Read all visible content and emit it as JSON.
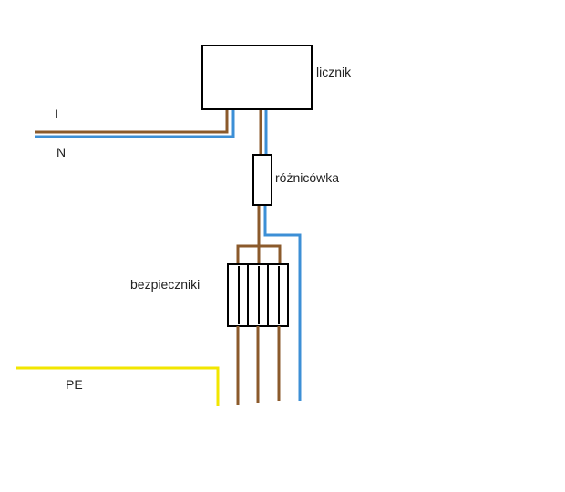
{
  "labels": {
    "meter": "licznik",
    "rcd": "różnicówka",
    "fuses": "bezpieczniki",
    "line": "L",
    "neutral": "N",
    "protective_earth": "PE"
  },
  "colors": {
    "line_wire": "#8B5A2B",
    "neutral_wire": "#3C8FD6",
    "pe_wire": "#F2E600",
    "outline": "#000000",
    "background": "#FFFFFF"
  },
  "fuse_count": 3
}
